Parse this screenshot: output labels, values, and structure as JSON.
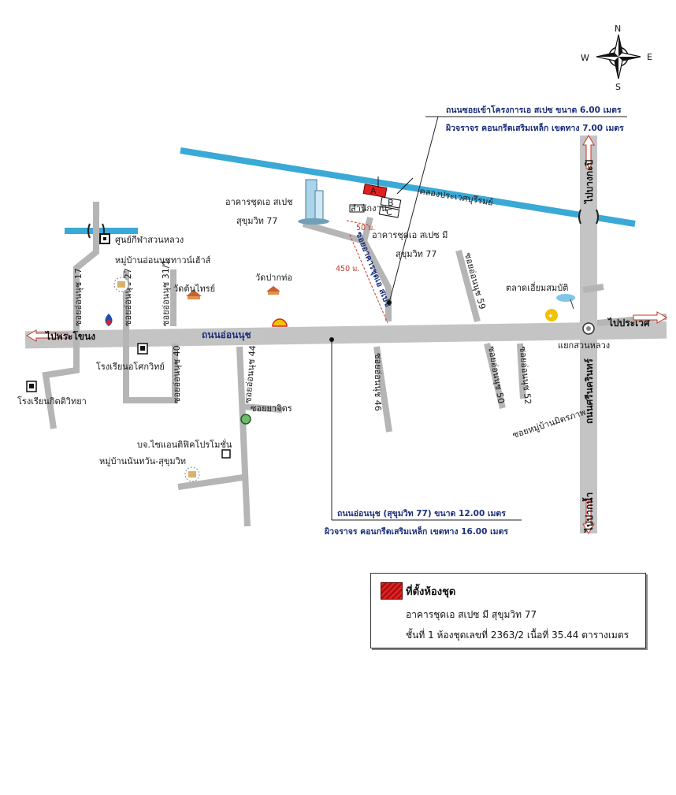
{
  "compass": {
    "n": "N",
    "s": "S",
    "e": "E",
    "w": "W"
  },
  "canal": {
    "label": "คลองประเวศบุรีรมย์"
  },
  "roads": {
    "main": "ถนนอ่อนนุช",
    "srinakarin": "ถนนศรีนครินทร์",
    "soi_project": "ซอยอาคารชุดเอ สเปช",
    "soi17": "ซอยอ่อนนุช 17",
    "soi27": "ซอยอ่อนนุช 27",
    "soi31": "ซอยอ่อนนุช 31/1",
    "soi40": "ซอยอ่อนนุช 40",
    "soi44": "ซอยอ่อนนุช 44",
    "soi46": "ซอยอ่อนนุช 46",
    "soi59": "ซอยอ่อนนุช 59",
    "soi50": "ซอยอ่อนนุช 50",
    "soi52": "ซอยอ่อนนุช 52",
    "soi_yaijit": "ซอยยาจิตร",
    "soi_mitraphap": "ซอยหมู่บ้านมิตรภาพ"
  },
  "directions": {
    "phrakhanong": "ไปพระโขนง",
    "prawet": "ไปประเวศ",
    "bangkapi": "ไปบางกะปิ",
    "paknam": "ไปปากน้ำ"
  },
  "places": {
    "sport_center": "ศูนย์กีฬาสวนหลวง",
    "village_nutchatown": "หมู่บ้านอ่อนนุชทาวน์เฮ้าส์",
    "wat_tonsai": "วัดต้นไทรย์",
    "wat_paktho": "วัดปากท่อ",
    "school_otsotwit": "โรงเรียนอโศกวิทย์",
    "school_kittiwittaya": "โรงเรียนกิตติวิทยา",
    "company": "บจ.ไซแอนติฟิคโปรโมชั่น",
    "village_nantawan": "หมู่บ้านนันทวัน-สุขุมวิท",
    "market": "ตลาดเอี่ยมสมบัติ",
    "junction": "แยกสวนหลวง",
    "a_space_1": "อาคารชุดเอ สเปช",
    "a_space_2": "สุขุมวิท 77",
    "a_space_me_1": "อาคารชุดเอ สเปซ มี",
    "a_space_me_2": "สุขุมวิท 77",
    "sales": "สำนักงาน"
  },
  "buildings": {
    "a": "A",
    "b": "B",
    "c": "C"
  },
  "distances": {
    "d50": "50 ม.",
    "d450": "450 ม."
  },
  "annotations": {
    "soi_line1": "ถนนซอยเข้าโครงการเอ สเปซ ขนาด 6.00 เมตร",
    "soi_line2": "ผิวจราจร คอนกรีตเสริมเหล็ก เขตทาง 7.00 เมตร",
    "main_line1": "ถนนอ่อนนุช (สุขุมวิท 77) ขนาด 12.00 เมตร",
    "main_line2": "ผิวจราจร คอนกรีตเสริมเหล็ก เขตทาง 16.00 เมตร"
  },
  "legend": {
    "title": "ที่ตั้งห้องชุด",
    "line1": "อาคารชุดเอ สเปซ มี สุขุมวิท 77",
    "line2": "ชั้นที่ 1 ห้องชุดเลขที่ 2363/2 เนื้อที่ 35.44 ตารางเมตร"
  },
  "colors": {
    "road": "#c4c4c4",
    "canal": "#3aa9d6",
    "annotation": "#1b2f7a",
    "unit_marker": "#e02020"
  }
}
